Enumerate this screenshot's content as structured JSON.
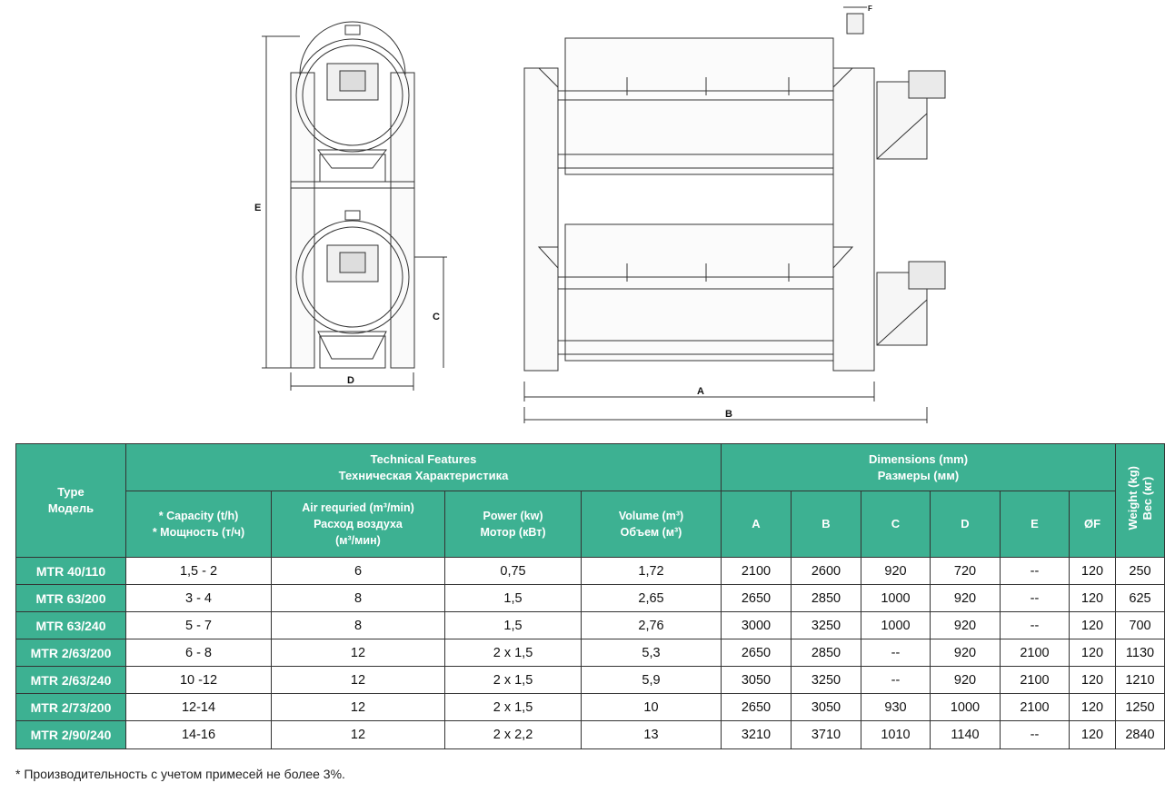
{
  "drawing": {
    "labels": {
      "A": "A",
      "B": "B",
      "C": "C",
      "D": "D",
      "E": "E",
      "F": "F"
    }
  },
  "table": {
    "type_header": [
      "Type",
      "Модель"
    ],
    "tech_header": [
      "Technical Features",
      "Техническая Характеристика"
    ],
    "dim_header": [
      "Dimensions (mm)",
      "Размеры (мм)"
    ],
    "weight_header": [
      "Weight (kg)",
      "Вес (кг)"
    ],
    "columns": {
      "capacity": [
        "* Capacity (t/h)",
        "* Мощность (т/ч)"
      ],
      "air": [
        "Air requried (m³/min)",
        "Расход воздуха",
        "(м³/мин)"
      ],
      "power": [
        "Power (kw)",
        "Мотор (кВт)"
      ],
      "volume": [
        "Volume (m³)",
        "Объем (м³)"
      ],
      "dims": [
        "A",
        "B",
        "C",
        "D",
        "E",
        "ØF"
      ]
    },
    "rows": [
      {
        "type": "MTR 40/110",
        "capacity": "1,5 - 2",
        "air": "6",
        "power": "0,75",
        "volume": "1,72",
        "a": "2100",
        "b": "2600",
        "c": "920",
        "d": "720",
        "e": "--",
        "f": "120",
        "weight": "250"
      },
      {
        "type": "MTR 63/200",
        "capacity": "3 - 4",
        "air": "8",
        "power": "1,5",
        "volume": "2,65",
        "a": "2650",
        "b": "2850",
        "c": "1000",
        "d": "920",
        "e": "--",
        "f": "120",
        "weight": "625"
      },
      {
        "type": "MTR 63/240",
        "capacity": "5 - 7",
        "air": "8",
        "power": "1,5",
        "volume": "2,76",
        "a": "3000",
        "b": "3250",
        "c": "1000",
        "d": "920",
        "e": "--",
        "f": "120",
        "weight": "700"
      },
      {
        "type": "MTR 2/63/200",
        "capacity": "6 - 8",
        "air": "12",
        "power": "2 x 1,5",
        "volume": "5,3",
        "a": "2650",
        "b": "2850",
        "c": "--",
        "d": "920",
        "e": "2100",
        "f": "120",
        "weight": "1130"
      },
      {
        "type": "MTR 2/63/240",
        "capacity": "10 -12",
        "air": "12",
        "power": "2 x 1,5",
        "volume": "5,9",
        "a": "3050",
        "b": "3250",
        "c": "--",
        "d": "920",
        "e": "2100",
        "f": "120",
        "weight": "1210"
      },
      {
        "type": "MTR 2/73/200",
        "capacity": "12-14",
        "air": "12",
        "power": "2 x 1,5",
        "volume": "10",
        "a": "2650",
        "b": "3050",
        "c": "930",
        "d": "1000",
        "e": "2100",
        "f": "120",
        "weight": "1250"
      },
      {
        "type": "MTR 2/90/240",
        "capacity": "14-16",
        "air": "12",
        "power": "2 x 2,2",
        "volume": "13",
        "a": "3210",
        "b": "3710",
        "c": "1010",
        "d": "1140",
        "e": "--",
        "f": "120",
        "weight": "2840"
      }
    ]
  },
  "footnote": "* Производительность с учетом примесей не более 3%.",
  "colors": {
    "header_bg": "#3db192",
    "header_text": "#ffffff",
    "line": "#333333"
  }
}
